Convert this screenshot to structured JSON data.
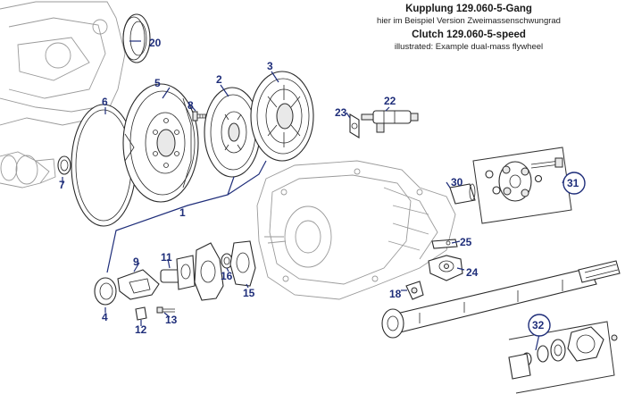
{
  "header": {
    "title_de": "Kupplung 129.060-5-Gang",
    "subtitle_de": "hier im Beispiel Version Zweimassenschwungrad",
    "title_en": "Clutch 129.060-5-speed",
    "subtitle_en": "illustrated: Example dual-mass flywheel"
  },
  "callouts": {
    "c1": "1",
    "c2": "2",
    "c3": "3",
    "c4": "4",
    "c5": "5",
    "c6": "6",
    "c7": "7",
    "c8": "8",
    "c9": "9",
    "c11": "11",
    "c12": "12",
    "c13": "13",
    "c15": "15",
    "c16": "16",
    "c18": "18",
    "c20": "20",
    "c22": "22",
    "c23": "23",
    "c24": "24",
    "c25": "25",
    "c30": "30",
    "c31": "31",
    "c32": "32"
  },
  "colors": {
    "callout": "#1f2e7a",
    "line": "#2a2a2a",
    "ghost": "#9a9a9a"
  }
}
